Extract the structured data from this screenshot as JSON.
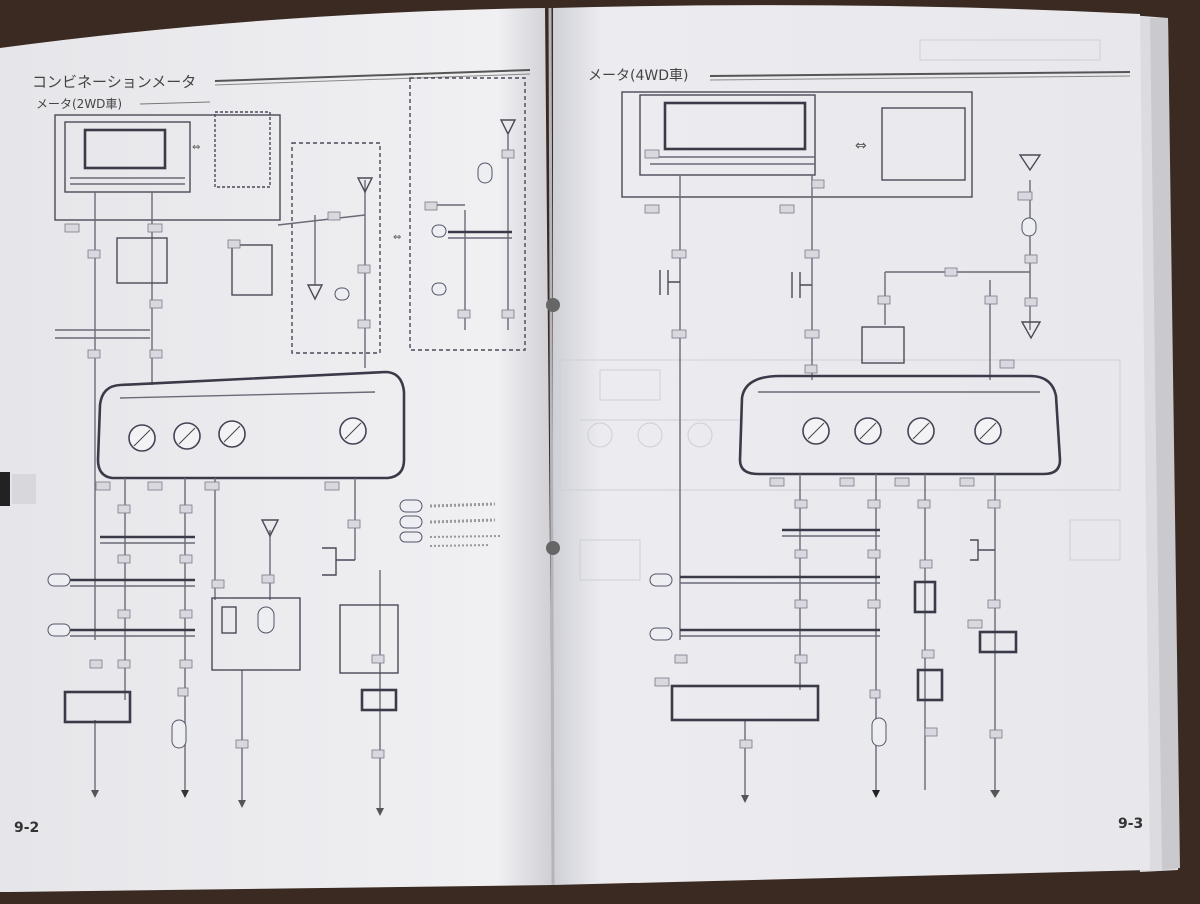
{
  "pages": {
    "left": {
      "heading": "コンビネーションメータ",
      "subheading": "メータ(2WD車)",
      "page_number": "9-2"
    },
    "right": {
      "heading": "メータ(4WD車)",
      "page_number": "9-3"
    }
  },
  "colors": {
    "paper": "#efeff2",
    "ink": "#4a4a58",
    "background": "#3a2a22",
    "tab": "#2a2a2a"
  }
}
